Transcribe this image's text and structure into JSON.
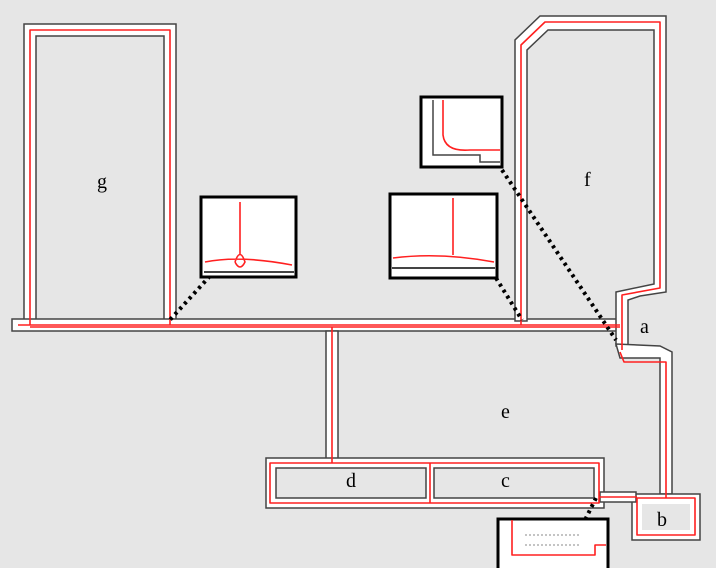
{
  "map": {
    "region_labels": {
      "a": "a",
      "b": "b",
      "c": "c",
      "d": "d",
      "e": "e",
      "f": "f",
      "g": "g"
    },
    "colors": {
      "background": "#e6e6e6",
      "free_space": "#ffffff",
      "walls": "#444444",
      "trajectory": "#ff2020",
      "inset_border": "#000000"
    }
  }
}
